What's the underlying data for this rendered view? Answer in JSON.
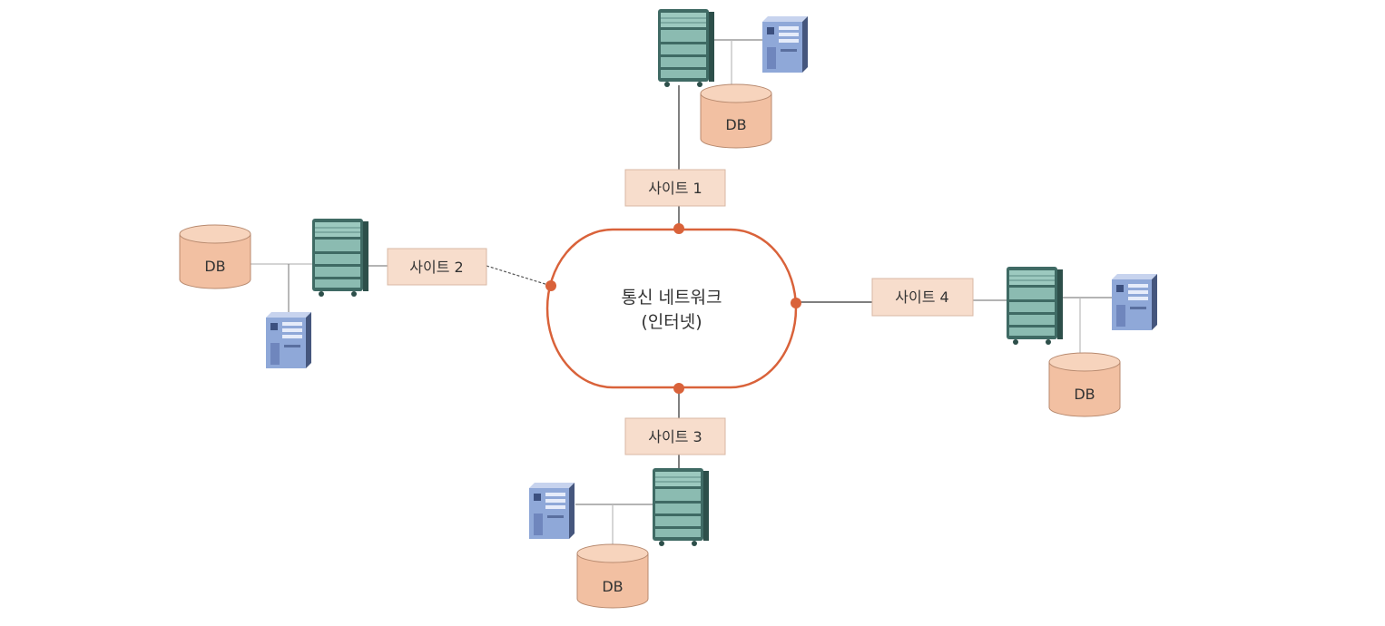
{
  "network": {
    "line1": "통신 네트워크",
    "line2": "(인터넷)"
  },
  "sites": [
    {
      "label": "사이트 1",
      "db_label": "DB"
    },
    {
      "label": "사이트 2",
      "db_label": "DB"
    },
    {
      "label": "사이트 3",
      "db_label": "DB"
    },
    {
      "label": "사이트 4",
      "db_label": "DB"
    }
  ],
  "colors": {
    "ring": "#d9623a",
    "label_fill": "#f7ddcc",
    "db_fill": "#f2c0a2",
    "server_fill": "#7fb3a8",
    "workstation_fill": "#8fa8d8"
  },
  "icons": [
    "server-icon",
    "workstation-icon",
    "database-icon"
  ]
}
